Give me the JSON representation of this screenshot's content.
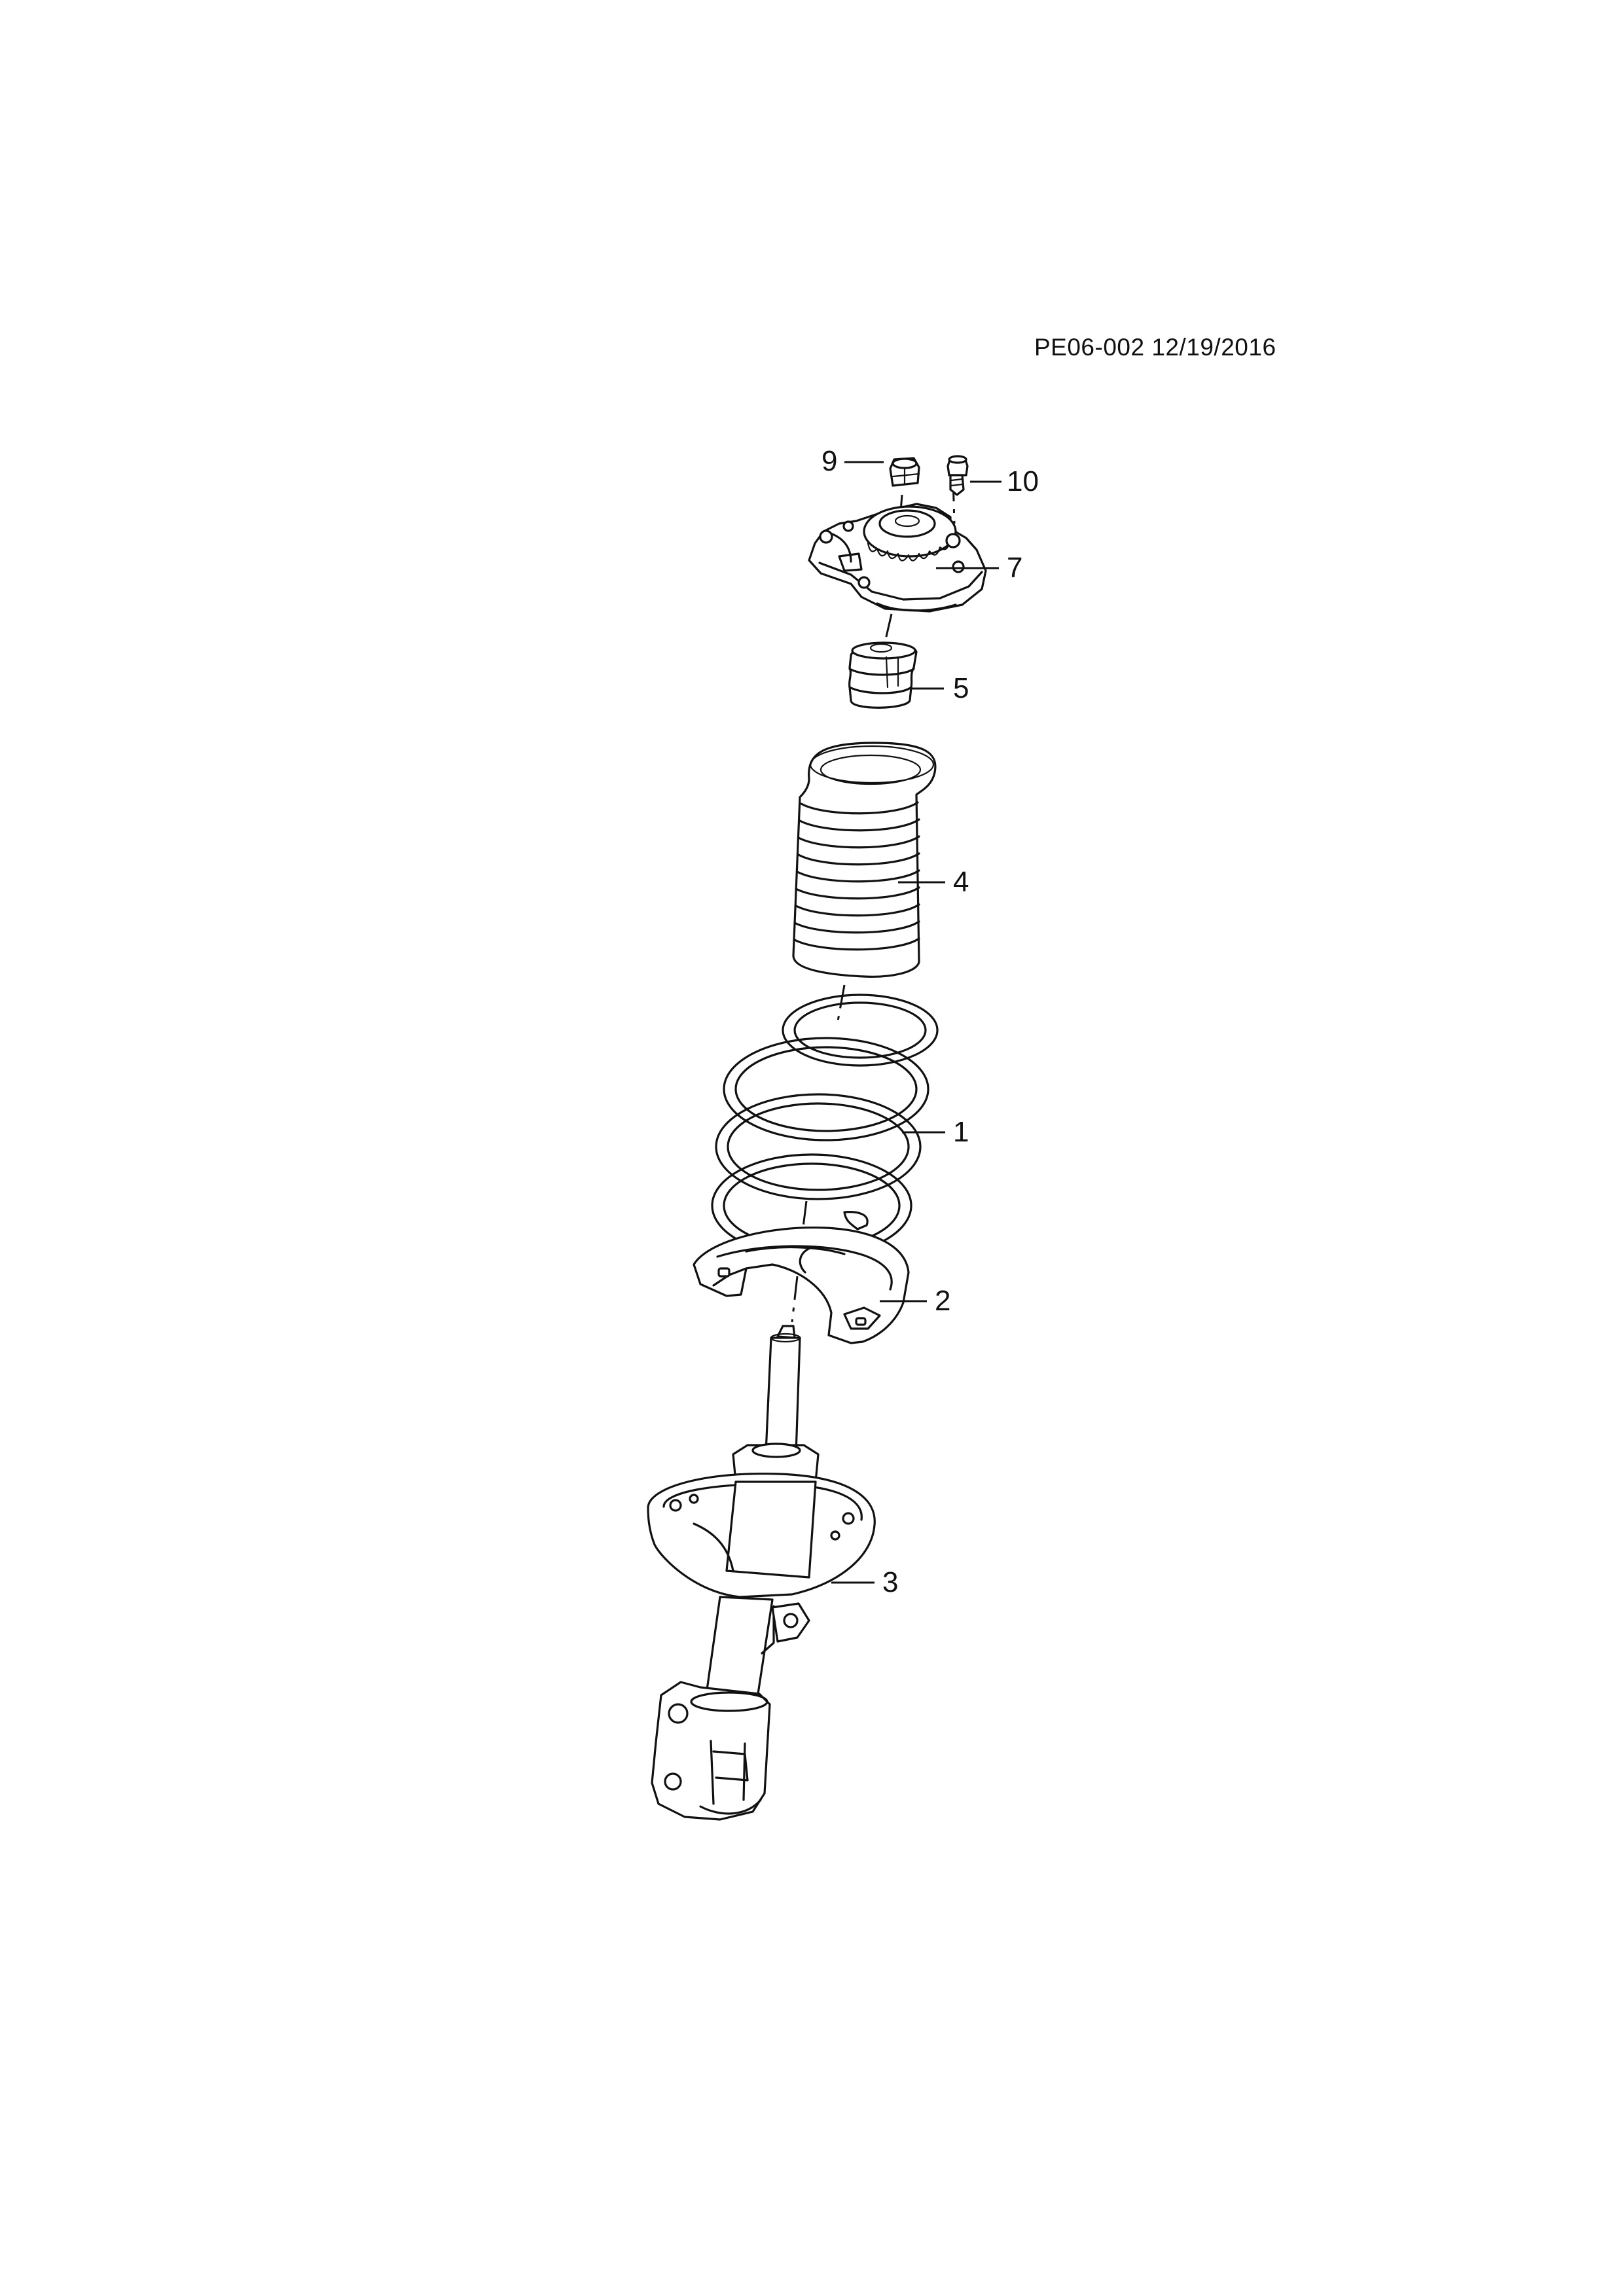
{
  "sheet": {
    "id_date": "PE06-002 12/19/2016"
  },
  "callouts": {
    "c9": "9",
    "c10": "10",
    "c7": "7",
    "c5": "5",
    "c4": "4",
    "c1": "1",
    "c2": "2",
    "c3": "3"
  },
  "parts": [
    {
      "callout": "9",
      "icon": "nut-icon"
    },
    {
      "callout": "10",
      "icon": "bolt-icon"
    },
    {
      "callout": "7",
      "icon": "strut-mount-icon"
    },
    {
      "callout": "5",
      "icon": "bump-stop-icon"
    },
    {
      "callout": "4",
      "icon": "dust-boot-icon"
    },
    {
      "callout": "1",
      "icon": "coil-spring-icon"
    },
    {
      "callout": "2",
      "icon": "spring-seat-icon"
    },
    {
      "callout": "3",
      "icon": "shock-absorber-icon"
    }
  ],
  "colors": {
    "line": "#111111",
    "background": "#ffffff"
  }
}
